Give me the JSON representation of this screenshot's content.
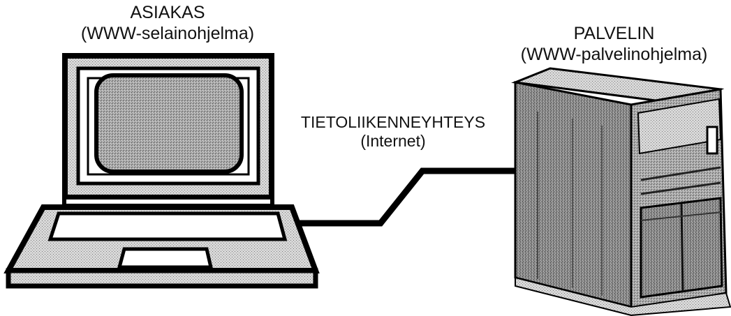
{
  "client": {
    "title": "ASIAKAS",
    "subtitle": "(WWW-selainohjelma)"
  },
  "server": {
    "title": "PALVELIN",
    "subtitle": "(WWW-palvelinohjelma)"
  },
  "connection": {
    "title": "TIETOLIIKENNEYHTEYS",
    "subtitle": "(Internet)"
  },
  "colors": {
    "outline": "#000000",
    "screen_fill": "#a9a9a9",
    "server_fill": "#8f8f8f",
    "background": "#ffffff"
  },
  "icons": [
    "laptop-icon",
    "server-tower-icon"
  ]
}
